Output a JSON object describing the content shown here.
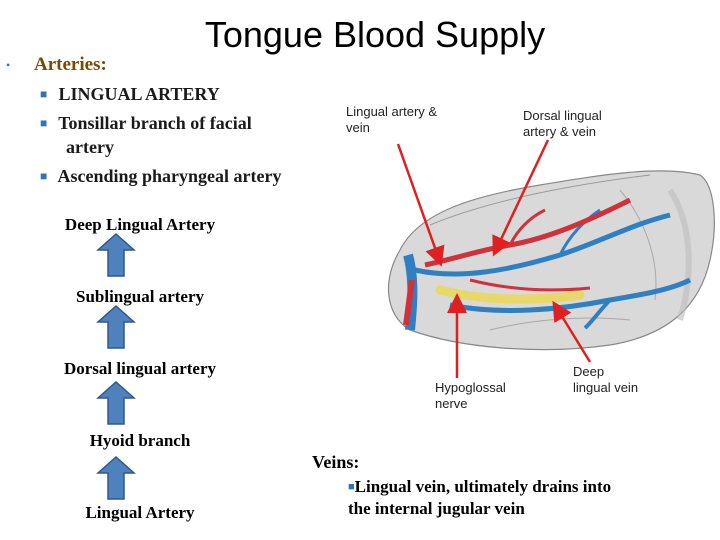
{
  "title": "Tongue Blood Supply",
  "arteries": {
    "heading": "Arteries:",
    "items": [
      "LINGUAL ARTERY",
      "Tonsillar branch of facial",
      "artery",
      "Ascending pharyngeal artery"
    ]
  },
  "chain": [
    "Deep Lingual Artery",
    "Sublingual artery",
    "Dorsal lingual artery",
    "Hyoid branch",
    "Lingual Artery"
  ],
  "figure_labels": {
    "lingual_artery_vein_1": "Lingual artery &",
    "lingual_artery_vein_2": "vein",
    "dorsal_lingual_1": "Dorsal lingual",
    "dorsal_lingual_2": "artery & vein",
    "hypoglossal_1": "Hypoglossal",
    "hypoglossal_2": "nerve",
    "deep_lingual_vein_1": "Deep",
    "deep_lingual_vein_2": "lingual vein"
  },
  "veins": {
    "heading": "Veins:",
    "line1": "Lingual vein, ultimately drains into",
    "line2": "the internal jugular vein"
  },
  "colors": {
    "bullet": "#2e75b6",
    "arrow_fill": "#4f81bd",
    "pointer": "#e02020",
    "artery": "#d0313a",
    "vein": "#2f7fc1",
    "nerve": "#e8d86a"
  }
}
